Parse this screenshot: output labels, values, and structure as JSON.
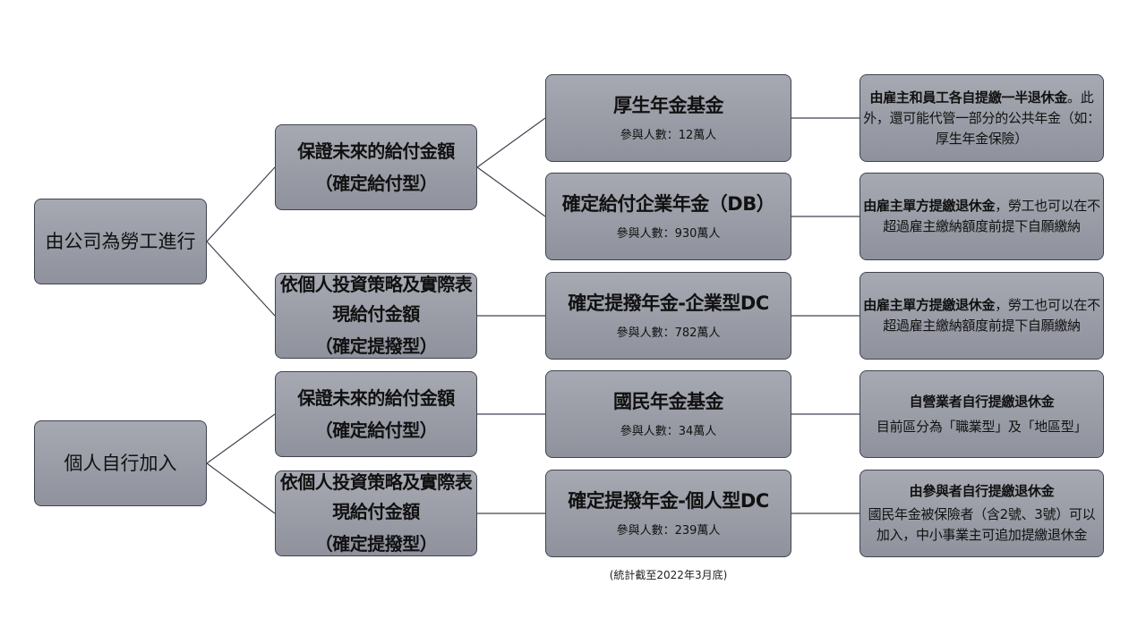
{
  "roots": [
    {
      "label": "由公司為勞工進行"
    },
    {
      "label": "個人自行加入"
    }
  ],
  "branches": [
    {
      "line1": "保證未來的給付金額",
      "line2": "（確定給付型）"
    },
    {
      "line1": "依個人投資策略及實際表現給付金額",
      "line2": "（確定提撥型）"
    },
    {
      "line1": "保證未來的給付金額",
      "line2": "（確定給付型）"
    },
    {
      "line1": "依個人投資策略及實際表現給付金額",
      "line2": "（確定提撥型）"
    }
  ],
  "funds": [
    {
      "title": "厚生年金基金",
      "count": "參與人數：12萬人"
    },
    {
      "title": "確定給付企業年金（DB）",
      "count": "參與人數：930萬人"
    },
    {
      "title": "確定提撥年金-企業型DC",
      "count": "參與人數：782萬人"
    },
    {
      "title": "國民年金基金",
      "count": "參與人數：34萬人"
    },
    {
      "title": "確定提撥年金-個人型DC",
      "count": "參與人數：239萬人"
    }
  ],
  "descriptions": [
    {
      "head": "由雇主和員工各自提繳一半退休金",
      "body": "。此外，還可能代管一部分的公共年金（如：厚生年金保險）"
    },
    {
      "head": "由雇主單方提繳退休金",
      "body": "，勞工也可以在不超過雇主繳納額度前提下自願繳納"
    },
    {
      "head": "由雇主單方提繳退休金",
      "body": "，勞工也可以在不超過雇主繳納額度前提下自願繳納"
    },
    {
      "head": "自營業者自行提繳退休金",
      "body": "目前區分為「職業型」及「地區型」"
    },
    {
      "head": "由參與者自行提繳退休金",
      "body": "國民年金被保險者（含2號、3號）可以加入，中小事業主可追加提繳退休金"
    }
  ],
  "footnote": "(統計截至2022年3月底)"
}
